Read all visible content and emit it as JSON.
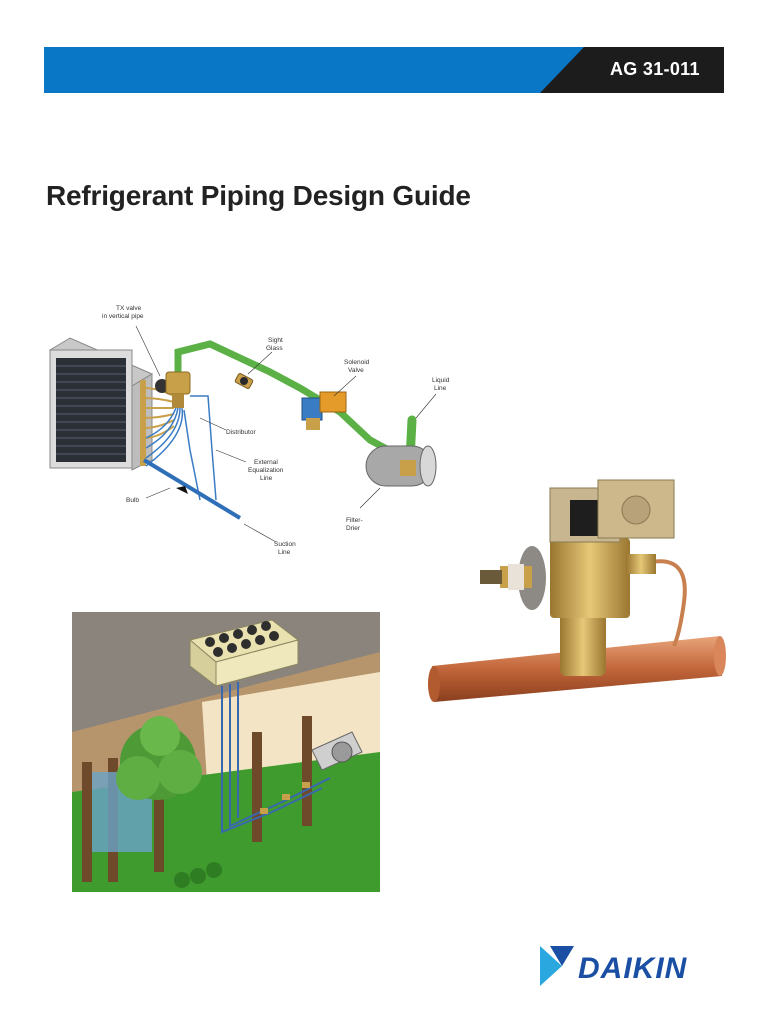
{
  "header": {
    "doc_number": "AG 31-011",
    "colors": {
      "band": "#0a76c6",
      "badge": "#1c1c1c"
    }
  },
  "title": "Refrigerant Piping Design Guide",
  "piping_diagram": {
    "labels": {
      "tx_valve_1": "TX valve",
      "tx_valve_2": "in vertical pipe",
      "sight_glass_1": "Sight",
      "sight_glass_2": "Glass",
      "solenoid_1": "Solenoid",
      "solenoid_2": "Valve",
      "liquid_1": "Liquid",
      "liquid_2": "Line",
      "distributor": "Distributor",
      "ext_eq_1": "External",
      "ext_eq_2": "Equalization",
      "ext_eq_3": "Line",
      "bulb": "Bulb",
      "filter_1": "Filter-",
      "filter_2": "Drier",
      "suction_1": "Suction",
      "suction_2": "Line"
    },
    "colors": {
      "pipe_green": "#5bb146",
      "brass": "#c9a04a",
      "copper": "#c96a3a"
    }
  },
  "logo": {
    "text": "DAIKIN",
    "colors": {
      "mark_light": "#2aa7df",
      "mark_dark": "#1a4fa3"
    }
  }
}
